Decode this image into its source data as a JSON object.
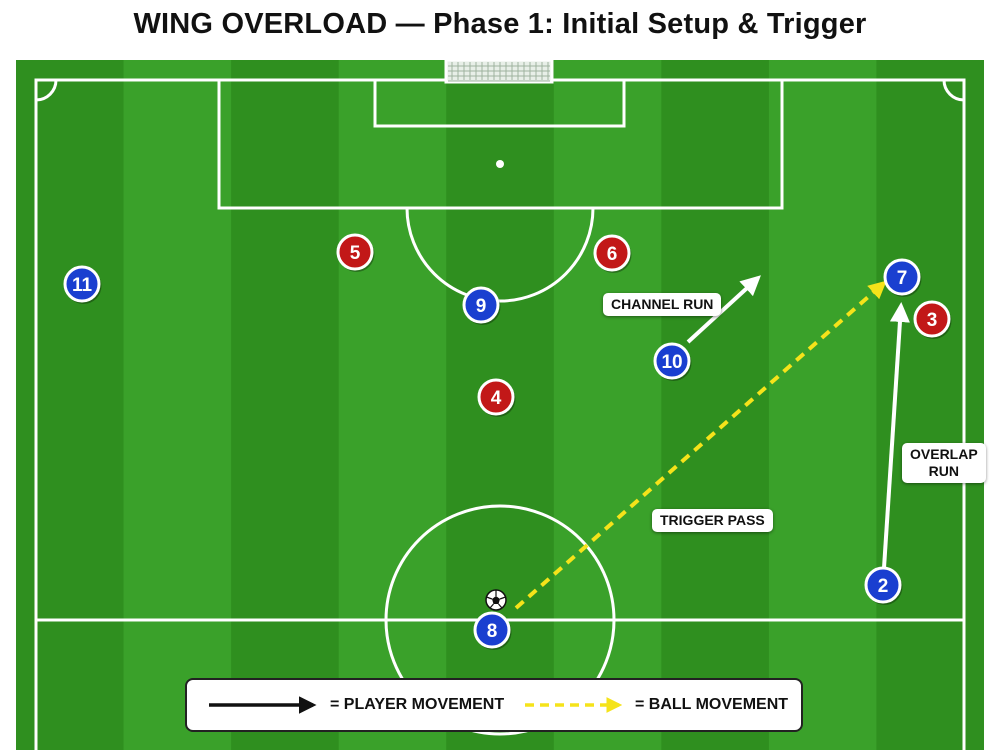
{
  "title": "WING OVERLOAD — Phase 1: Initial Setup & Trigger",
  "colors": {
    "pitch_dark": "#2f8f1f",
    "pitch_light": "#3aa12a",
    "line": "#ffffff",
    "attacker": "#1a3fd0",
    "defender": "#c21818",
    "ball_path": "#f5e31a",
    "player_path": "#ffffff"
  },
  "players": {
    "attackers": [
      "11",
      "9",
      "10",
      "7",
      "2",
      "8"
    ],
    "defenders": [
      "5",
      "6",
      "4",
      "3"
    ]
  },
  "annotations": {
    "channel_run": "CHANNEL RUN",
    "overlap_run": "OVERLAP\nRUN",
    "trigger_pass": "TRIGGER PASS"
  },
  "legend": {
    "player_movement": "= PLAYER MOVEMENT",
    "ball_movement": "= BALL MOVEMENT"
  },
  "icons": {
    "ball": "soccer-ball-icon"
  }
}
